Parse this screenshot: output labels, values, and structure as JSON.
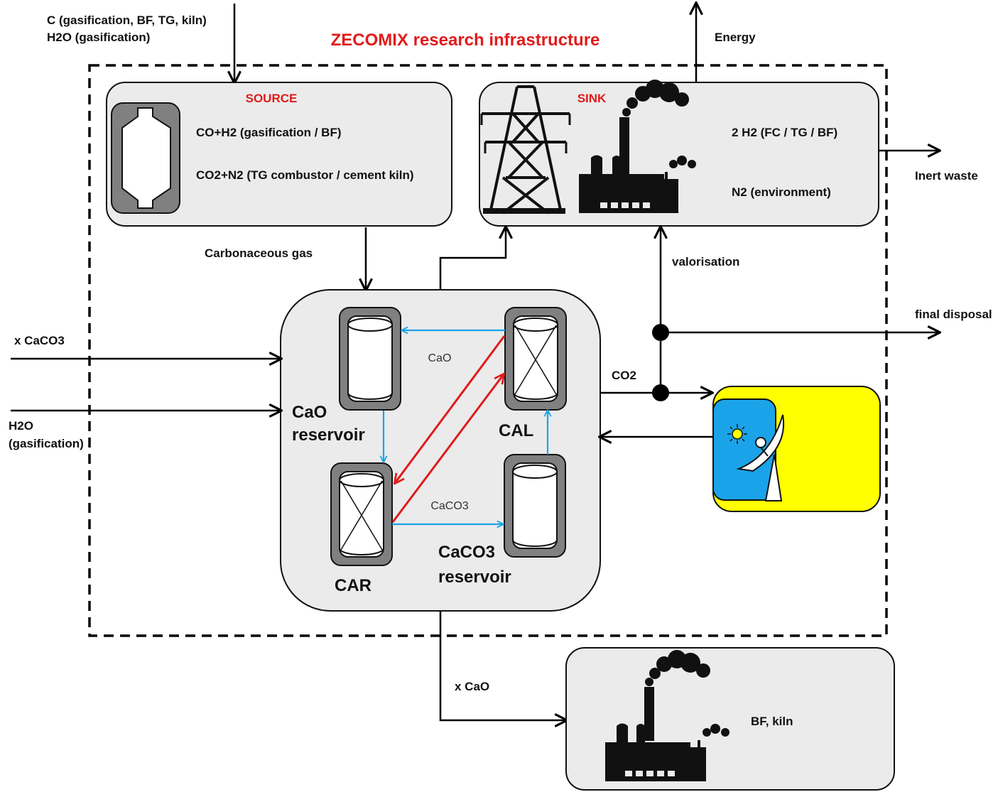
{
  "title": "ZECOMIX research infrastructure",
  "colors": {
    "title_red": "#e01b1b",
    "cycle_blue": "#1aa3e8",
    "cycle_red": "#e01b1b",
    "box_fill": "#ebebeb",
    "solar_yellow": "#ffff00",
    "solar_blue": "#1aa3e8"
  },
  "inputs": {
    "top_line1": "C (gasification, BF, TG, kiln)",
    "top_line2": "H2O (gasification)",
    "caco3": "x CaCO3",
    "h2o_line1": "H2O",
    "h2o_line2": "(gasification)"
  },
  "source": {
    "label": "SOURCE",
    "line1": "CO+H2 (gasification / BF)",
    "line2": "CO2+N2 (TG combustor / cement kiln)",
    "icons": [
      "reactor-icon"
    ]
  },
  "sink": {
    "label": "SINK",
    "line1": "2 H2 (FC / TG / BF)",
    "line2": "N2 (environment)",
    "icons": [
      "pylon-icon",
      "factory-icon"
    ]
  },
  "flows": {
    "energy": "Energy",
    "inert_waste": "Inert waste",
    "carbonaceous_gas": "Carbonaceous gas",
    "valorisation": "valorisation",
    "final_disposal": "final disposal",
    "co2": "CO2",
    "x_cao": "x CaO"
  },
  "core": {
    "cao_reservoir_line1": "CaO",
    "cao_reservoir_line2": "reservoir",
    "cal": "CAL",
    "car": "CAR",
    "caco3_reservoir_line1": "CaCO3",
    "caco3_reservoir_line2": "reservoir",
    "flow_cao": "CaO",
    "flow_caco3": "CaCO3"
  },
  "solar": {
    "icons": [
      "sun-icon",
      "solar-dish-icon"
    ]
  },
  "bottom": {
    "label": "BF, kiln",
    "icons": [
      "factory-icon"
    ]
  }
}
